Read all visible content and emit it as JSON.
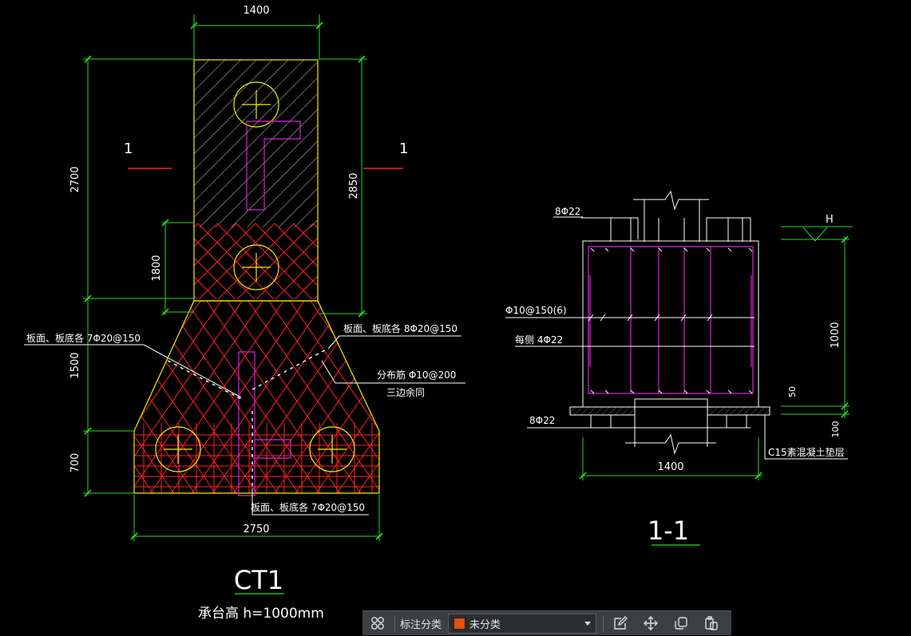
{
  "drawing": {
    "plan": {
      "dim_top_width": "1400",
      "dim_left_total": "2700",
      "dim_right_height": "2850",
      "dim_left_inner": "1800",
      "dim_left_mid": "1500",
      "dim_left_bottom": "700",
      "dim_bottom_width": "2750",
      "section_mark_left": "1",
      "section_mark_right": "1",
      "note_left": "板面、板底各 7Φ20@150",
      "note_right": "板面、板底各 8Φ20@150",
      "note_dist": "分布筋 Φ10@200",
      "note_dist_sub": "三边余同",
      "note_bottom": "板面、板底各 7Φ20@150",
      "title": "CT1",
      "subtitle": "承台高 h=1000mm"
    },
    "section": {
      "label_top_bars": "8Φ22",
      "label_stirrup": "Φ10@150(6)",
      "label_side": "每侧 4Φ22",
      "label_bottom_bars": "8Φ22",
      "label_h": "H",
      "dim_height": "1000",
      "dim_50": "50",
      "dim_100": "100",
      "dim_width": "1400",
      "note_cushion": "C15素混凝土垫层",
      "title": "1-1"
    }
  },
  "toolbar": {
    "label": "标注分类",
    "selected": "未分类",
    "swatch_color": "#e8500c"
  },
  "colors": {
    "dim": "#22dd22",
    "outline": "#f0f000",
    "rebar": "#ff2020",
    "magenta": "#e020e0",
    "white": "#ffffff"
  }
}
